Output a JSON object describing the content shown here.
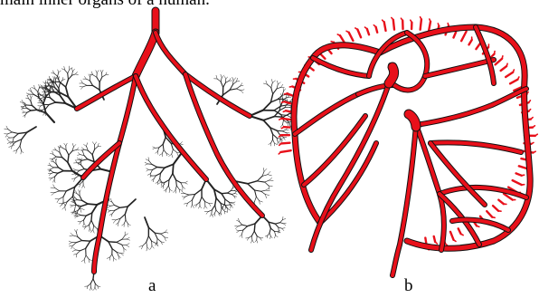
{
  "header": {
    "text": "main inner organs of a human."
  },
  "figure": {
    "panels": [
      {
        "id": "a",
        "label": "a",
        "description_icon": "vessel-tree-icon"
      },
      {
        "id": "b",
        "label": "b",
        "description_icon": "vessel-loop-network-icon"
      }
    ],
    "colors": {
      "trunk": "#e8101a",
      "outline": "#111111",
      "fine_branches": "#222222",
      "background": "#ffffff"
    }
  }
}
